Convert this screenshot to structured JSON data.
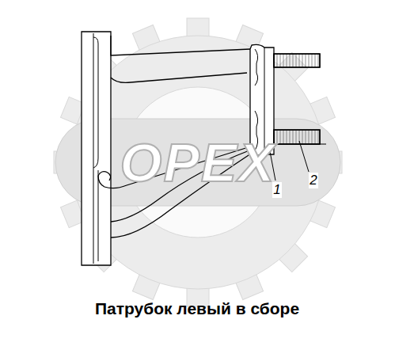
{
  "diagram": {
    "caption": "Патрубок левый в сборе",
    "labels": [
      "ОРЕХ",
      "1",
      "2"
    ]
  }
}
